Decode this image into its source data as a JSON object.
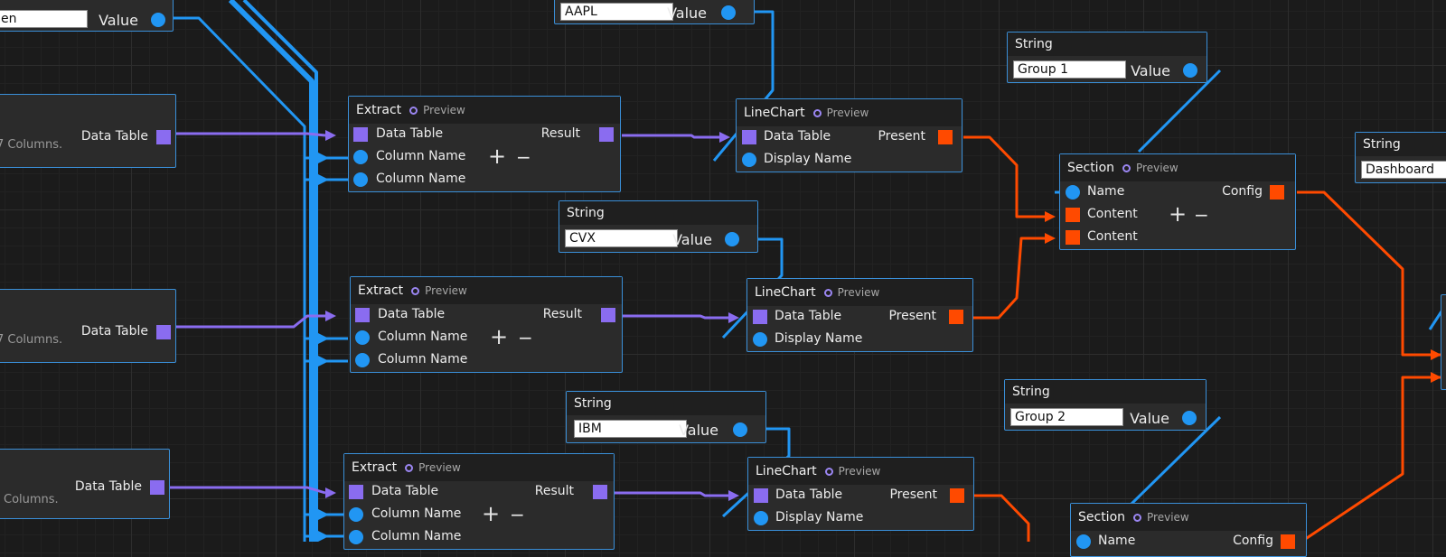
{
  "colors": {
    "connection_blue": "#2196f3",
    "connection_purple": "#8a6cf0",
    "connection_orange": "#ff4a00",
    "node_border": "#3a8fd8",
    "canvas_bg": "#1b1b1b"
  },
  "labels": {
    "string": "String",
    "value": "Value",
    "extract": "Extract",
    "preview": "Preview",
    "data_table": "Data Table",
    "column_name": "Column Name",
    "result": "Result",
    "linechart": "LineChart",
    "present": "Present",
    "display_name": "Display Name",
    "section": "Section",
    "name": "Name",
    "content": "Content",
    "config": "Config",
    "columns_hint": "7 Columns.",
    "columns_hint_cut": "Columns.",
    "plus": "+",
    "minus": "−"
  },
  "strings": {
    "top_left": "en",
    "aapl": "AAPL",
    "cvx": "CVX",
    "ibm": "IBM",
    "group1": "Group 1",
    "group2": "Group 2",
    "dashboard": "Dashboard"
  }
}
